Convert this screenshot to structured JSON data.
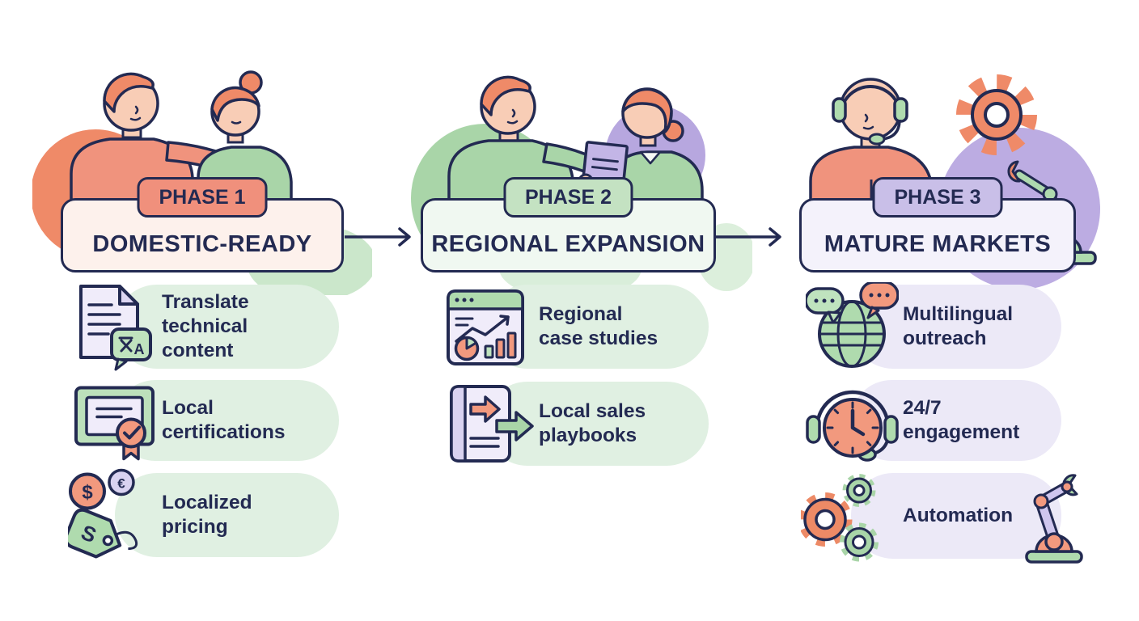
{
  "palette": {
    "navy": "#232A52",
    "salmon": "#EF8A68",
    "salmon_mid": "#F0937D",
    "salmon_badge": "#F0907C",
    "pink_box": "#FDF1EC",
    "skin": "#F8CDB6",
    "green": "#A9D5A8",
    "green_icon": "#BFE3BE",
    "green_badge": "#C4E2C2",
    "green_box": "#F0F8F1",
    "green_pill": "#E0F0E2",
    "green_blob": "#CBE7CB",
    "purple": "#B7A7DF",
    "purple_big": "#BCACE2",
    "purple_badge": "#C9BFE8",
    "purple_box": "#F4F2FB",
    "purple_pill": "#ECE9F7",
    "lavender_icon": "#F0ECFA",
    "lavender_mid": "#D9D2F0",
    "orange_icon": "#F2997E",
    "bg": "#FFFFFF"
  },
  "phases": [
    {
      "badge": "PHASE 1",
      "title": "DOMESTIC-READY",
      "items": [
        {
          "icon": "translate-document-icon",
          "label": "Translate\ntechnical\ncontent"
        },
        {
          "icon": "certificate-icon",
          "label": "Local\ncertifications"
        },
        {
          "icon": "localized-pricing-icon",
          "label": "Localized\npricing"
        }
      ]
    },
    {
      "badge": "PHASE 2",
      "title": "REGIONAL EXPANSION",
      "items": [
        {
          "icon": "analytics-dashboard-icon",
          "label": "Regional\ncase studies"
        },
        {
          "icon": "sales-playbook-icon",
          "label": "Local sales\nplaybooks"
        }
      ]
    },
    {
      "badge": "PHASE 3",
      "title": "MATURE MARKETS",
      "items": [
        {
          "icon": "multilingual-globe-icon",
          "label": "Multilingual\noutreach"
        },
        {
          "icon": "support-clock-icon",
          "label": "24/7\nengagement"
        },
        {
          "icons": [
            "gears-icon",
            "robot-arm-icon"
          ],
          "label": "Automation"
        }
      ]
    }
  ]
}
